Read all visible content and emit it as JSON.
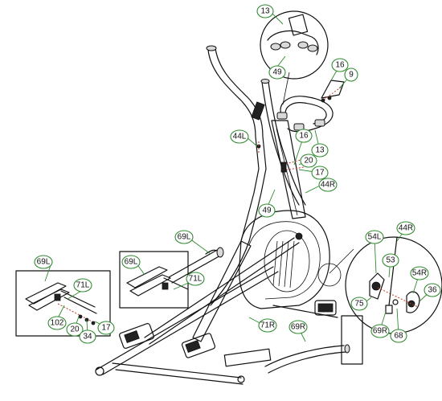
{
  "colors": {
    "callout_ring": "#2f8a2f",
    "line_art": "#111111",
    "bolt_path": "#c0392b"
  },
  "callouts": [
    {
      "id": "c13a",
      "label": "13"
    },
    {
      "id": "c49a",
      "label": "49"
    },
    {
      "id": "c16a",
      "label": "16"
    },
    {
      "id": "c9",
      "label": "9"
    },
    {
      "id": "c13b",
      "label": "13"
    },
    {
      "id": "c44L",
      "label": "44L"
    },
    {
      "id": "c16b",
      "label": "16"
    },
    {
      "id": "c20a",
      "label": "20"
    },
    {
      "id": "c17a",
      "label": "17"
    },
    {
      "id": "c44R",
      "label": "44R"
    },
    {
      "id": "c49b",
      "label": "49"
    },
    {
      "id": "c69La",
      "label": "69L"
    },
    {
      "id": "c69Lb",
      "label": "69L"
    },
    {
      "id": "c71La",
      "label": "71L"
    },
    {
      "id": "c69Lc",
      "label": "69L"
    },
    {
      "id": "c71Lb",
      "label": "71L"
    },
    {
      "id": "c102",
      "label": "102"
    },
    {
      "id": "c20b",
      "label": "20"
    },
    {
      "id": "c34",
      "label": "34"
    },
    {
      "id": "c17b",
      "label": "17"
    },
    {
      "id": "c71R",
      "label": "71R"
    },
    {
      "id": "c69Ra",
      "label": "69R"
    },
    {
      "id": "c54L",
      "label": "54L"
    },
    {
      "id": "c44Rb",
      "label": "44R"
    },
    {
      "id": "c53",
      "label": "53"
    },
    {
      "id": "c54R",
      "label": "54R"
    },
    {
      "id": "c36",
      "label": "36"
    },
    {
      "id": "c75",
      "label": "75"
    },
    {
      "id": "c69Rb",
      "label": "69R"
    },
    {
      "id": "c68",
      "label": "68"
    }
  ]
}
